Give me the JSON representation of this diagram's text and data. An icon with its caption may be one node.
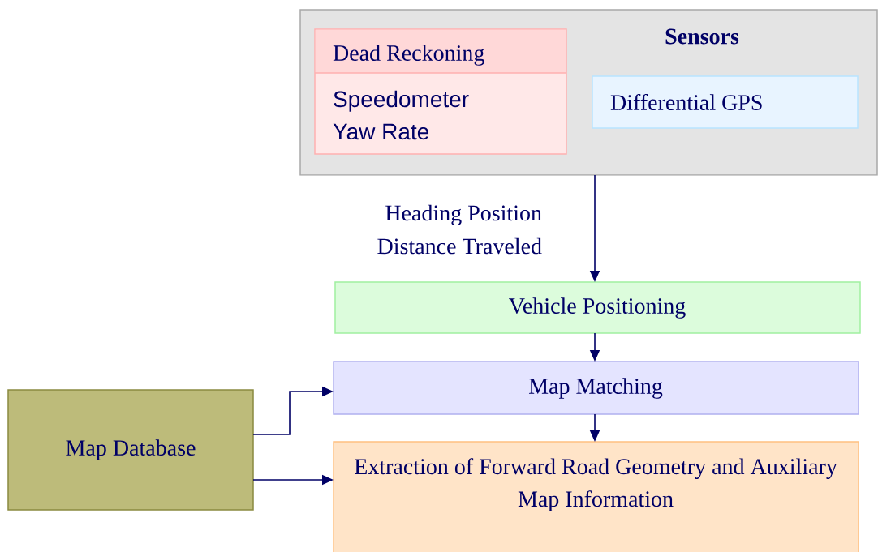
{
  "diagram": {
    "nodes": [
      {
        "text": [
          "Sensors"
        ]
      },
      {
        "text": [
          "Dead Reckoning",
          "Speedometer Yaw Rate"
        ],
        "in": 0
      },
      {
        "text": [
          "Differential GPS"
        ],
        "in": 0
      },
      {
        "text": [
          "Vehicle Positioning"
        ]
      },
      {
        "text": [
          "Map Matching"
        ]
      },
      {
        "text": [
          "Extraction of Forward Road Geometry and Auxiliary Map Information"
        ]
      },
      {
        "text": [
          "Map Database"
        ]
      }
    ],
    "edges": [
      {
        "from": 0,
        "to": 3,
        "arrow": "to",
        "label": "Heading Position Distance Traveled"
      },
      {
        "from": 3,
        "to": 4,
        "arrow": "to"
      },
      {
        "from": 4,
        "to": 5,
        "arrow": "to"
      },
      {
        "from": 6,
        "to": 4,
        "arrow": "to"
      },
      {
        "from": 6,
        "to": 5,
        "arrow": "to"
      }
    ]
  }
}
